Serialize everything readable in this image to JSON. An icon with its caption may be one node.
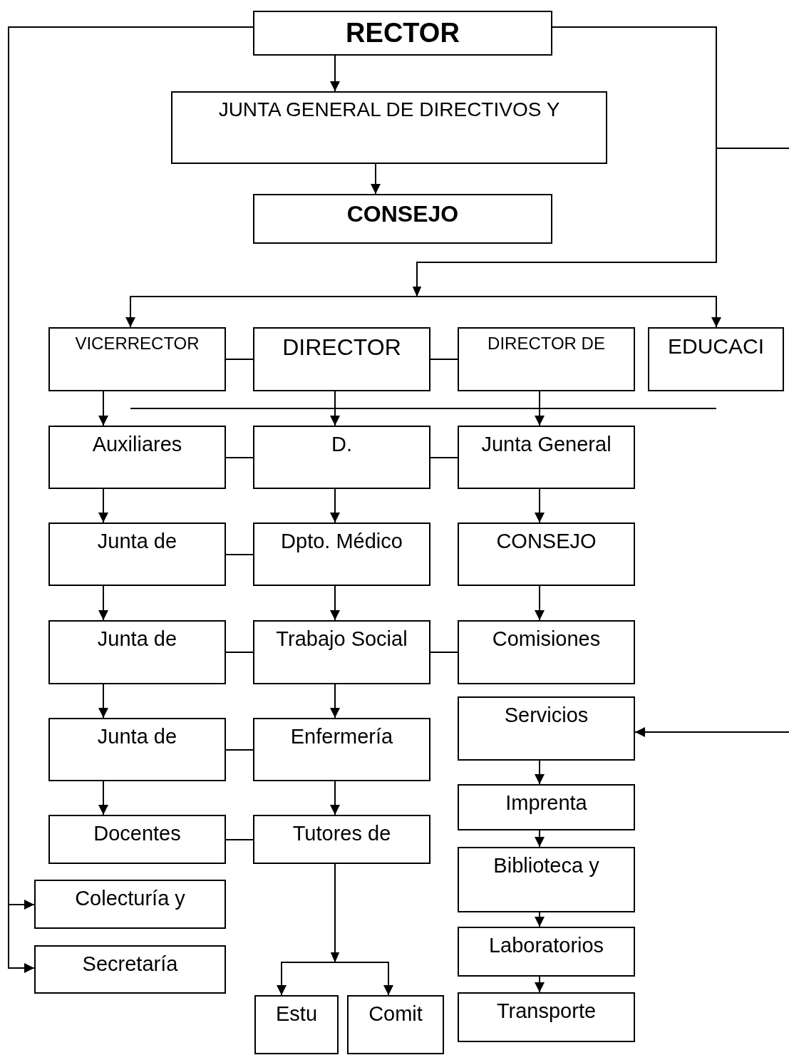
{
  "diagram": {
    "nodes": [
      {
        "text": [
          "RECTOR"
        ]
      },
      {
        "text": [
          "JUNTA GENERAL DE DIRECTIVOS Y"
        ]
      },
      {
        "text": [
          "CONSEJO"
        ]
      },
      {
        "text": [
          "VICERRECTOR"
        ]
      },
      {
        "text": [
          "DIRECTOR"
        ]
      },
      {
        "text": [
          "DIRECTOR DE"
        ]
      },
      {
        "text": [
          "EDUCACI"
        ]
      },
      {
        "text": [
          "Auxiliares"
        ]
      },
      {
        "text": [
          "D."
        ]
      },
      {
        "text": [
          "Junta General"
        ]
      },
      {
        "text": [
          "Junta de"
        ]
      },
      {
        "text": [
          "Dpto. Médico"
        ]
      },
      {
        "text": [
          "CONSEJO"
        ]
      },
      {
        "text": [
          "Junta de"
        ]
      },
      {
        "text": [
          "Trabajo Social"
        ]
      },
      {
        "text": [
          "Comisiones"
        ]
      },
      {
        "text": [
          "Servicios"
        ]
      },
      {
        "text": [
          "Junta de"
        ]
      },
      {
        "text": [
          "Enfermería"
        ]
      },
      {
        "text": [
          "Imprenta"
        ]
      },
      {
        "text": [
          "Docentes"
        ]
      },
      {
        "text": [
          "Tutores de"
        ]
      },
      {
        "text": [
          "Biblioteca y"
        ]
      },
      {
        "text": [
          "Colecturía y"
        ]
      },
      {
        "text": [
          "Laboratorios"
        ]
      },
      {
        "text": [
          "Secretaría"
        ]
      },
      {
        "text": [
          "Estu"
        ]
      },
      {
        "text": [
          "Comit"
        ]
      },
      {
        "text": [
          "Transporte"
        ]
      }
    ],
    "edges": [
      {
        "from": 0,
        "to": 1,
        "arrow": "to"
      },
      {
        "from": 1,
        "to": 2,
        "arrow": "to"
      },
      {
        "from": 0,
        "to": 3,
        "arrow": "to"
      },
      {
        "from": 0,
        "to": 6,
        "arrow": "to"
      },
      {
        "from": 0,
        "to": null,
        "arrow": "none"
      },
      {
        "from": 0,
        "to": 23,
        "arrow": "to"
      },
      {
        "from": 0,
        "to": 25,
        "arrow": "to"
      },
      {
        "from": null,
        "to": 16,
        "arrow": "to"
      },
      {
        "from": 3,
        "to": 4,
        "arrow": "none"
      },
      {
        "from": 4,
        "to": 5,
        "arrow": "none"
      },
      {
        "from": 3,
        "to": 7,
        "arrow": "to"
      },
      {
        "from": 4,
        "to": 8,
        "arrow": "to"
      },
      {
        "from": 5,
        "to": 9,
        "arrow": "to"
      },
      {
        "from": 7,
        "to": 8,
        "arrow": "none"
      },
      {
        "from": 8,
        "to": 9,
        "arrow": "none"
      },
      {
        "from": 7,
        "to": 10,
        "arrow": "to"
      },
      {
        "from": 8,
        "to": 11,
        "arrow": "to"
      },
      {
        "from": 9,
        "to": 12,
        "arrow": "to"
      },
      {
        "from": 10,
        "to": 11,
        "arrow": "none"
      },
      {
        "from": 10,
        "to": 13,
        "arrow": "to"
      },
      {
        "from": 11,
        "to": 14,
        "arrow": "to"
      },
      {
        "from": 12,
        "to": 15,
        "arrow": "to"
      },
      {
        "from": 13,
        "to": 14,
        "arrow": "none"
      },
      {
        "from": 14,
        "to": 15,
        "arrow": "none"
      },
      {
        "from": 13,
        "to": 17,
        "arrow": "to"
      },
      {
        "from": 14,
        "to": 18,
        "arrow": "to"
      },
      {
        "from": 17,
        "to": 18,
        "arrow": "none"
      },
      {
        "from": 17,
        "to": 20,
        "arrow": "to"
      },
      {
        "from": 18,
        "to": 21,
        "arrow": "to"
      },
      {
        "from": 20,
        "to": 21,
        "arrow": "none"
      },
      {
        "from": 21,
        "to": 26,
        "arrow": "to"
      },
      {
        "from": 21,
        "to": 27,
        "arrow": "to"
      },
      {
        "from": 16,
        "to": 19,
        "arrow": "to"
      },
      {
        "from": 19,
        "to": 22,
        "arrow": "to"
      },
      {
        "from": 22,
        "to": 24,
        "arrow": "to"
      },
      {
        "from": 24,
        "to": 28,
        "arrow": "to"
      }
    ]
  }
}
